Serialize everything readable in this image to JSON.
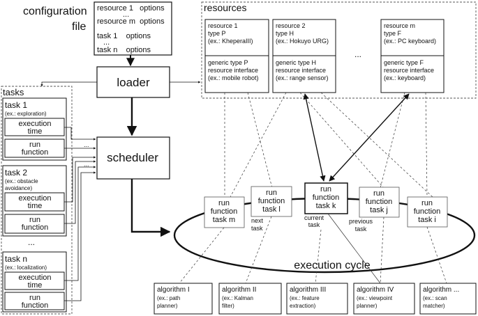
{
  "config": {
    "title_line1": "configuration",
    "title_line2": "file",
    "lines": [
      "resource 1   options",
      "...",
      "resource m  options",
      "task 1    options",
      "...",
      "task n    options"
    ]
  },
  "loader_label": "loader",
  "scheduler_label": "scheduler",
  "resources": {
    "title": "resources",
    "ellipsis": "...",
    "items": [
      {
        "name": "resource 1",
        "type": "type P",
        "example": "(ex.: KheperaIII)",
        "iface1": "generic type P",
        "iface2": "resource interface",
        "iface3": "(ex.: mobile robot)"
      },
      {
        "name": "resource 2",
        "type": "type H",
        "example": "(ex.: Hokuyo URG)",
        "iface1": "generic type H",
        "iface2": "resource interface",
        "iface3": "(ex.: range sensor)"
      },
      {
        "name": "resource m",
        "type": "type F",
        "example": "(ex.: PC keyboard)",
        "iface1": "generic type F",
        "iface2": "resource interface",
        "iface3": "(ex.: keyboard)"
      }
    ]
  },
  "tasks": {
    "title": "tasks",
    "ellipsis": "...",
    "items": [
      {
        "name": "task 1",
        "ex1": "(ex.: exploration)",
        "ex2": "",
        "exec1": "execution",
        "exec2": "time",
        "run1": "run",
        "run2": "function"
      },
      {
        "name": "task 2",
        "ex1": "(ex.: obstacle",
        "ex2": "avoidance)",
        "exec1": "execution",
        "exec2": "time",
        "run1": "run",
        "run2": "function"
      },
      {
        "name": "task n",
        "ex1": "(ex.: localization)",
        "ex2": "",
        "exec1": "execution",
        "exec2": "time",
        "run1": "run",
        "run2": "function"
      }
    ]
  },
  "cycle": {
    "label": "execution cycle",
    "boxes": [
      {
        "l1": "run",
        "l2": "function",
        "l3": "task m"
      },
      {
        "l1": "run",
        "l2": "function",
        "l3": "task l"
      },
      {
        "l1": "run",
        "l2": "function",
        "l3": "task k"
      },
      {
        "l1": "run",
        "l2": "function",
        "l3": "task j"
      },
      {
        "l1": "run",
        "l2": "function",
        "l3": "task i"
      }
    ],
    "next_task": [
      "next",
      "task"
    ],
    "current_task": [
      "current",
      "task"
    ],
    "previous_task": [
      "previous",
      "task"
    ]
  },
  "algorithms": [
    {
      "name": "algorithm I",
      "d1": "(ex.: path",
      "d2": "planner)"
    },
    {
      "name": "algorithm II",
      "d1": "(ex.: Kalman",
      "d2": "filter)"
    },
    {
      "name": "algorithm III",
      "d1": "(ex.: feature",
      "d2": "extraction)"
    },
    {
      "name": "algorithm IV",
      "d1": "(ex.: viewpoint",
      "d2": "planner)"
    },
    {
      "name": "algorithm ...",
      "d1": "(ex.: scan",
      "d2": "matcher)"
    }
  ]
}
